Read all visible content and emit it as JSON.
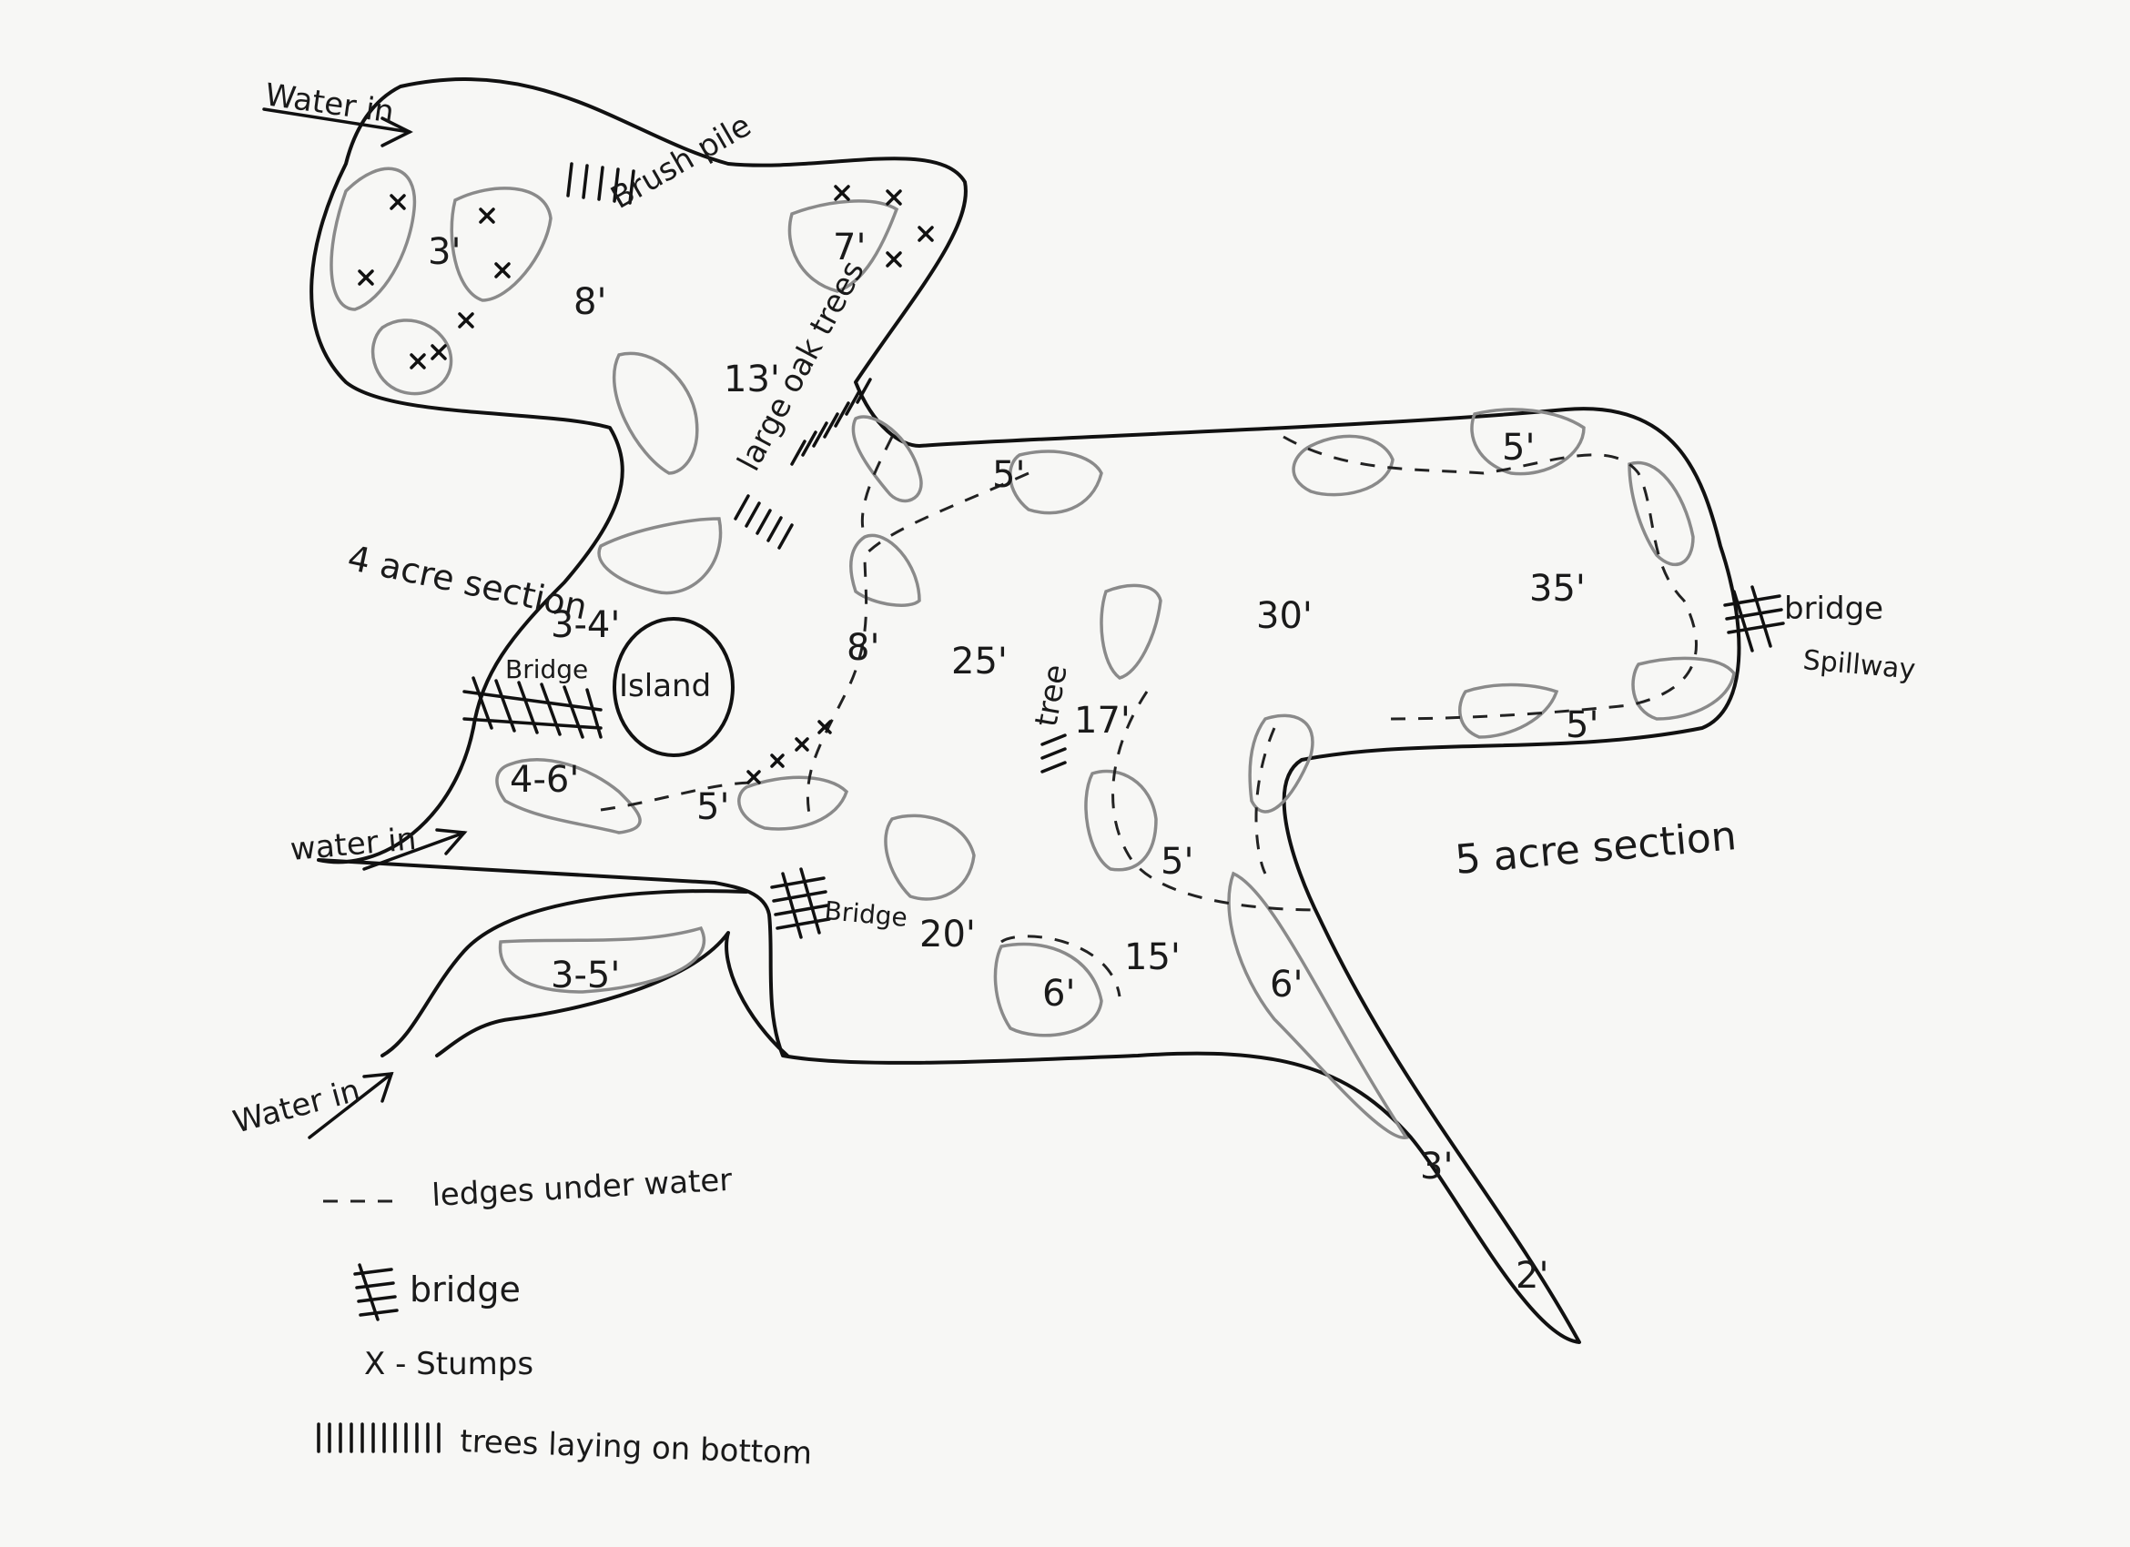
{
  "map": {
    "water_in_labels": [
      "Water in",
      "water in",
      "Water in"
    ],
    "brush_pile": "Brush pile",
    "large_oak_trees": "large oak trees",
    "tree": "tree",
    "island": "Island",
    "bridge_left": "Bridge",
    "bridge_lower": "Bridge",
    "bridge_right": "bridge",
    "spillway": "Spillway",
    "section_4": "4 acre section",
    "section_5": "5 acre section",
    "depths": {
      "nw_3": "3'",
      "nw_8": "8'",
      "ne_7": "7'",
      "mid_13": "13'",
      "mid_34": "3-4'",
      "mid_46": "4-6'",
      "mid_5a": "5'",
      "mid_8b": "8'",
      "mid_25": "25'",
      "mid_5b": "5'",
      "mid_17": "17'",
      "mid_20": "20'",
      "low_35": "3-5'",
      "low_6a": "6'",
      "low_15": "15'",
      "low_5c": "5'",
      "low_6b": "6'",
      "e_30": "30'",
      "e_35": "35'",
      "e_5d": "5'",
      "e_5e": "5'",
      "tail_3": "3'",
      "tail_2": "2'"
    }
  },
  "legend": {
    "ledges": "ledges under water",
    "bridge": "bridge",
    "stumps": "X - Stumps",
    "trees": "trees laying on bottom"
  },
  "colors": {
    "ink": "#111111",
    "hump": "#8a8a8a",
    "paper": "#f7f7f5"
  }
}
